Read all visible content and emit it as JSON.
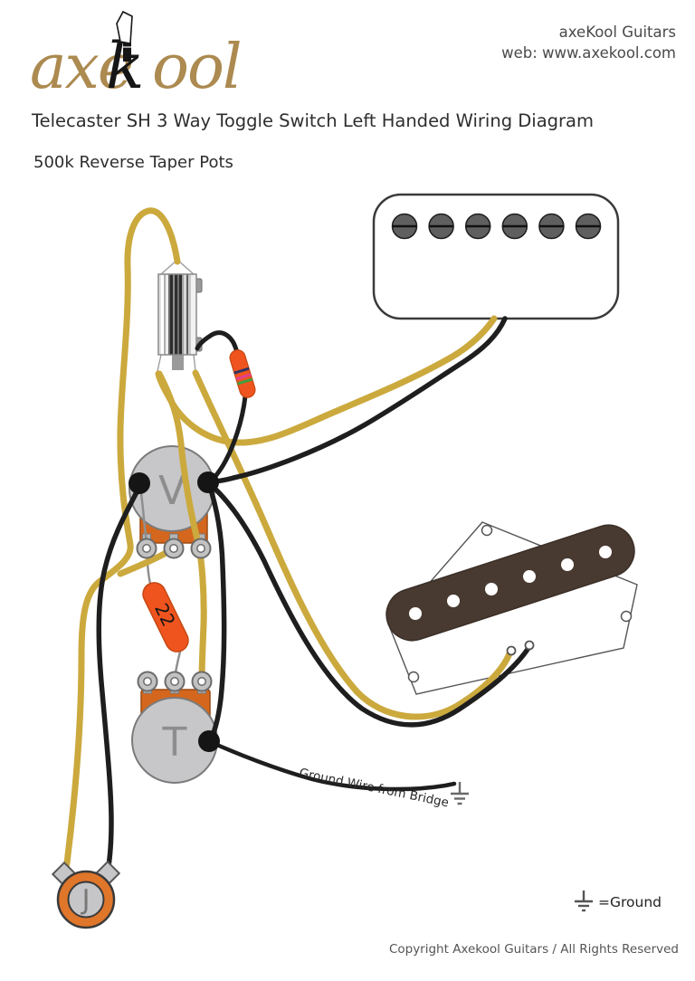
{
  "header": {
    "logo_part1": "axe",
    "logo_k": "k",
    "logo_part2": "ool",
    "company": "axeKool Guitars",
    "website": "web: www.axekool.com"
  },
  "titles": {
    "main": "Telecaster SH 3 Way Toggle Switch Left Handed Wiring Diagram",
    "sub": "500k Reverse Taper Pots"
  },
  "labels": {
    "volume_pot": "V",
    "tone_pot": "T",
    "jack": "J",
    "capacitor": "22",
    "ground_wire": "Ground Wire from Bridge",
    "ground_legend": "=Ground"
  },
  "colors": {
    "hot_wire_yellow": "#CBA93D",
    "wire_black": "#1E1E1E",
    "component_orange": "#D4671D",
    "resistor_orange": "#F0541E",
    "pot_gray": "#C7C7C9",
    "logo_gold": "#AC8A50"
  },
  "footer": {
    "copyright": "Copyright Axekool Guitars / All Rights Reserved"
  }
}
